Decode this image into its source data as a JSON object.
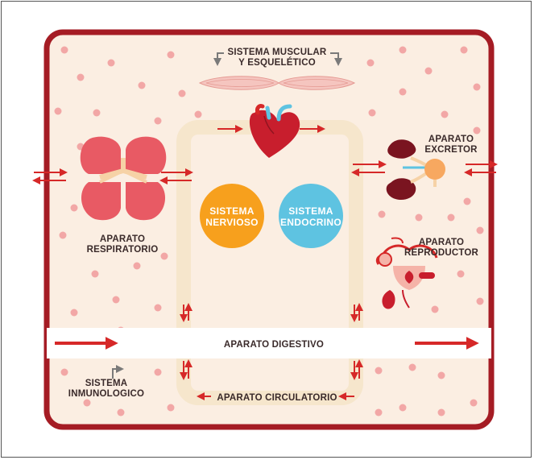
{
  "labels": {
    "muscular_line1": "SISTEMA MUSCULAR",
    "muscular_line2": "Y ESQUELÉTICO",
    "respiratorio_line1": "APARATO",
    "respiratorio_line2": "RESPIRATORIO",
    "excretor_line1": "APARATO",
    "excretor_line2": "EXCRETOR",
    "reproductor_line1": "APARATO",
    "reproductor_line2": "REPRODUCTOR",
    "nervioso_line1": "SISTEMA",
    "nervioso_line2": "NERVIOSO",
    "endocrino_line1": "SISTEMA",
    "endocrino_line2": "ENDOCRINO",
    "digestivo": "APARATO DIGESTIVO",
    "circulatorio": "APARATO CIRCULATORIO",
    "inmunologico_line1": "SISTEMA",
    "inmunologico_line2": "INMUNOLOGICO"
  },
  "colors": {
    "border": "#a51c24",
    "fill": "#fbeee2",
    "dots": "#f2a7a6",
    "arrows": "#d62828",
    "path": "#f6e6cc",
    "nervioso": "#f7a01d",
    "endocrino": "#5ec3e1",
    "organ": "#c81e2d",
    "dark_organ": "#7a1420"
  },
  "icons": [
    "lungs-icon",
    "heart-icon",
    "kidneys-icon",
    "uterus-icon",
    "muscle-icon"
  ]
}
